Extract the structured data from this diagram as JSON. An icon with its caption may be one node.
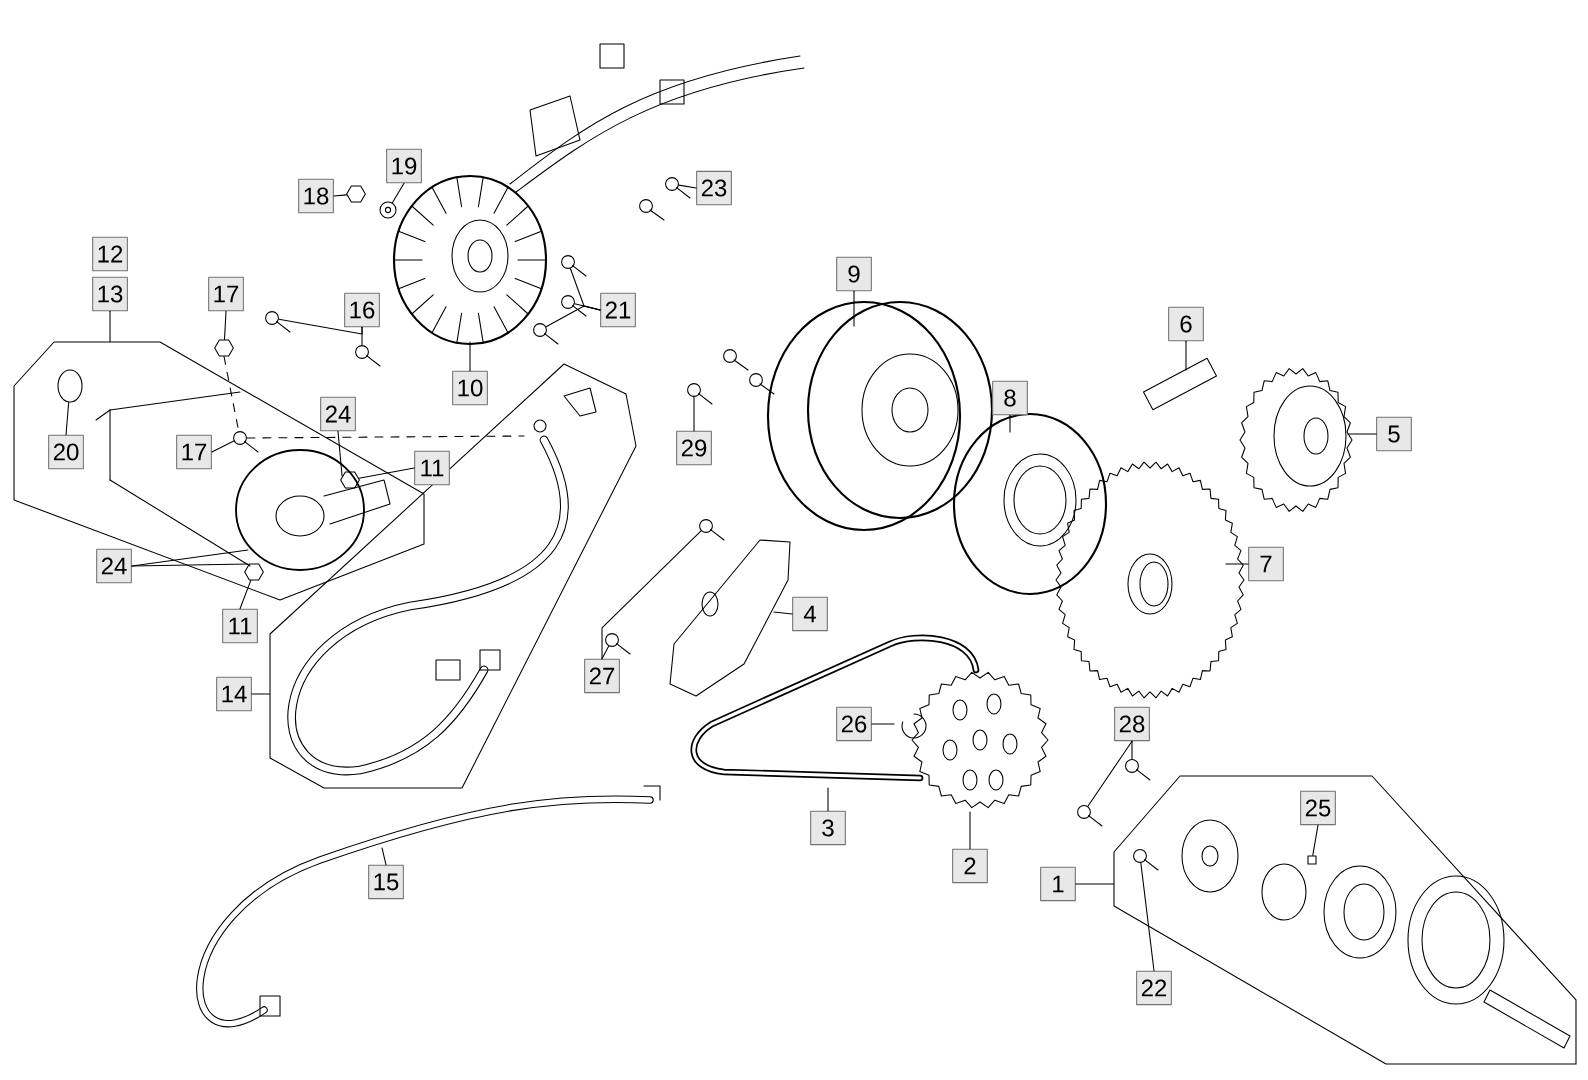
{
  "diagram": {
    "nodes": [
      {
        "text": [],
        "shape": "polygon"
      },
      {
        "text": [],
        "shape": "polygon"
      },
      {
        "text": [],
        "shape": "polygon"
      },
      {
        "text": [
          "19"
        ]
      },
      {
        "text": [
          "23"
        ]
      },
      {
        "text": [
          "18"
        ]
      },
      {
        "text": [
          "12"
        ]
      },
      {
        "text": [
          "9"
        ]
      },
      {
        "text": [
          "13"
        ]
      },
      {
        "text": [
          "17"
        ]
      },
      {
        "text": [
          "16"
        ]
      },
      {
        "text": [
          "21"
        ]
      },
      {
        "text": [
          "6"
        ]
      },
      {
        "text": [
          "10"
        ]
      },
      {
        "text": [
          "8"
        ]
      },
      {
        "text": [
          "24"
        ],
        "in": 0
      },
      {
        "text": [
          "5"
        ]
      },
      {
        "text": [
          "20"
        ],
        "in": 0
      },
      {
        "text": [
          "17"
        ],
        "in": 0
      },
      {
        "text": [
          "29"
        ]
      },
      {
        "text": [
          "11"
        ]
      },
      {
        "text": [
          "7"
        ]
      },
      {
        "text": [
          "24"
        ]
      },
      {
        "text": [
          "4"
        ]
      },
      {
        "text": [
          "11"
        ]
      },
      {
        "text": [
          "27"
        ]
      },
      {
        "text": [
          "14"
        ]
      },
      {
        "text": [
          "26"
        ]
      },
      {
        "text": [
          "28"
        ]
      },
      {
        "text": [
          "25"
        ],
        "in": 2
      },
      {
        "text": [
          "3"
        ]
      },
      {
        "text": [
          "2"
        ]
      },
      {
        "text": [
          "15"
        ]
      },
      {
        "text": [
          "1"
        ]
      },
      {
        "text": [
          "22"
        ]
      },
      {
        "text": [],
        "shape": "washer"
      },
      {
        "text": [],
        "shape": "bolt"
      },
      {
        "text": [],
        "shape": "nut"
      },
      {
        "text": [],
        "shape": "nut"
      },
      {
        "text": [],
        "shape": "bolt"
      },
      {
        "text": [],
        "shape": "bolt"
      },
      {
        "text": [],
        "shape": "bolt"
      },
      {
        "text": [],
        "shape": "bolt"
      },
      {
        "text": [],
        "shape": "bolt"
      },
      {
        "text": [],
        "shape": "bolt",
        "in": 0
      },
      {
        "text": [],
        "shape": "ring",
        "in": 0
      },
      {
        "text": [],
        "shape": "bolt"
      },
      {
        "text": [],
        "shape": "nut",
        "in": 0
      },
      {
        "text": [],
        "shape": "nut",
        "in": 0
      },
      {
        "text": [],
        "shape": "bolt"
      },
      {
        "text": [],
        "shape": "bolt"
      },
      {
        "text": [],
        "shape": "bolt"
      },
      {
        "text": [],
        "shape": "bolt"
      },
      {
        "text": [],
        "shape": "box",
        "in": 2
      },
      {
        "text": [],
        "shape": "bolt",
        "in": 2
      }
    ],
    "edges": [
      {
        "from": 3,
        "to": 35,
        "arrow": "none"
      },
      {
        "from": 4,
        "to": 36,
        "arrow": "none"
      },
      {
        "from": 5,
        "to": 37,
        "arrow": "none"
      },
      {
        "from": 8,
        "to": 0,
        "arrow": "none"
      },
      {
        "from": 9,
        "to": 38,
        "arrow": "none"
      },
      {
        "from": 10,
        "to": 39,
        "arrow": "none"
      },
      {
        "from": 10,
        "to": 40,
        "arrow": "none"
      },
      {
        "from": 11,
        "to": 41,
        "arrow": "none"
      },
      {
        "from": 11,
        "to": 42,
        "arrow": "none"
      },
      {
        "from": 11,
        "to": 43,
        "arrow": "none"
      },
      {
        "from": 13,
        "to": null,
        "arrow": "none"
      },
      {
        "from": 15,
        "to": 0,
        "arrow": "none"
      },
      {
        "from": 18,
        "to": 44,
        "arrow": "none"
      },
      {
        "from": 17,
        "to": 45,
        "arrow": "none"
      },
      {
        "from": 19,
        "to": 46,
        "arrow": "none"
      },
      {
        "from": 20,
        "to": 47,
        "arrow": "none"
      },
      {
        "from": 22,
        "to": 0,
        "arrow": "none"
      },
      {
        "from": 22,
        "to": 0,
        "arrow": "none"
      },
      {
        "from": 24,
        "to": 48,
        "arrow": "none"
      },
      {
        "from": 26,
        "to": 1,
        "arrow": "none"
      },
      {
        "from": 7,
        "to": null,
        "arrow": "none"
      },
      {
        "from": 12,
        "to": null,
        "arrow": "none"
      },
      {
        "from": 14,
        "to": null,
        "arrow": "none"
      },
      {
        "from": 16,
        "to": null,
        "arrow": "none"
      },
      {
        "from": 21,
        "to": null,
        "arrow": "none"
      },
      {
        "from": 23,
        "to": null,
        "arrow": "none"
      },
      {
        "from": 25,
        "to": 50,
        "arrow": "none"
      },
      {
        "from": 25,
        "to": 49,
        "arrow": "none"
      },
      {
        "from": 27,
        "to": null,
        "arrow": "none"
      },
      {
        "from": 28,
        "to": 51,
        "arrow": "none"
      },
      {
        "from": 28,
        "to": 52,
        "arrow": "none"
      },
      {
        "from": 29,
        "to": 53,
        "arrow": "none"
      },
      {
        "from": 30,
        "to": null,
        "arrow": "none"
      },
      {
        "from": 31,
        "to": null,
        "arrow": "none"
      },
      {
        "from": 32,
        "to": null,
        "arrow": "none"
      },
      {
        "from": 33,
        "to": 2,
        "arrow": "none"
      },
      {
        "from": 34,
        "to": 54,
        "arrow": "none"
      },
      {
        "from": 38,
        "to": 44,
        "arrow": "none",
        "style": "dashed"
      },
      {
        "from": 44,
        "to": 1,
        "arrow": "none",
        "style": "dashed"
      }
    ]
  }
}
